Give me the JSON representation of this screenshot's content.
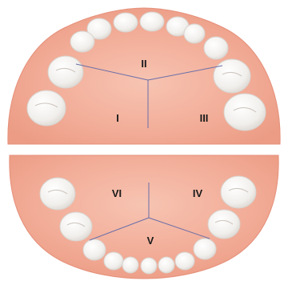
{
  "upper_arch": {
    "sectors": [
      {
        "id": "II",
        "label": "II"
      },
      {
        "id": "I",
        "label": "I"
      },
      {
        "id": "III",
        "label": "III"
      }
    ]
  },
  "lower_arch": {
    "sectors": [
      {
        "id": "VI",
        "label": "VI"
      },
      {
        "id": "IV",
        "label": "IV"
      },
      {
        "id": "V",
        "label": "V"
      }
    ]
  },
  "colors": {
    "gum": "#f0a48f",
    "gum_edge": "#e5907a",
    "palate": "#f4b7a3",
    "tooth": "#f7f7f5",
    "divider": "#6b6fa8"
  }
}
